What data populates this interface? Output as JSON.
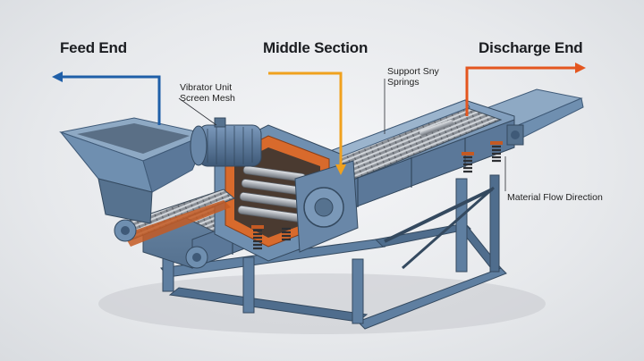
{
  "labels": {
    "feed_end": "Feed End",
    "middle_section": "Middle Section",
    "discharge_end": "Discharge End",
    "vibrator_unit": "Vibrator Unit",
    "screen_mesh": "Screen Mesh",
    "support_line1": "Support Sny",
    "support_line2": "Springs",
    "material_flow": "Material Flow Direction"
  },
  "colors": {
    "feed_arrow": "#1f5fa8",
    "middle_arrow": "#f0a11e",
    "discharge_arrow": "#e4561f",
    "machine_body": "#6f8fb0",
    "machine_dark": "#3f5a78",
    "inner_orange": "#d86a2c"
  }
}
